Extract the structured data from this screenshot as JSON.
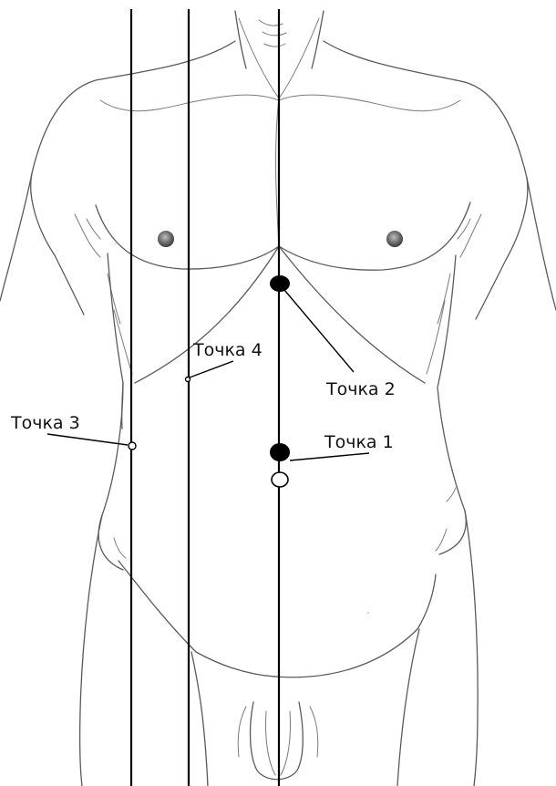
{
  "labels": {
    "point1": "Точка 1",
    "point2": "Точка 2",
    "point3": "Точка 3",
    "point4": "Точка 4"
  },
  "colors": {
    "outline": "#5a5a5a",
    "guide_lines": "#000000",
    "points": "#000000",
    "nipple": "#7d7d7d"
  }
}
